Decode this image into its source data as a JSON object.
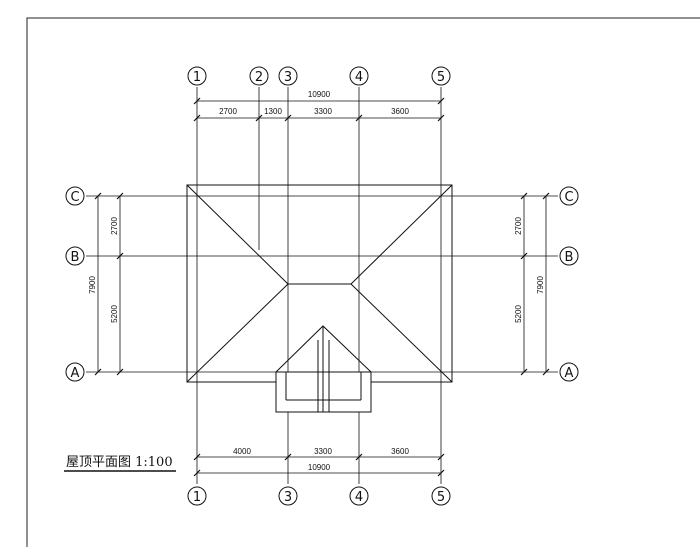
{
  "title": "屋顶平面图 1:100",
  "axes_x": [
    "1",
    "2",
    "3",
    "4",
    "5"
  ],
  "axes_y": [
    "A",
    "B",
    "C"
  ],
  "dims_top": {
    "total": "10900",
    "segments": [
      "2700",
      "1300",
      "3300",
      "3600"
    ]
  },
  "dims_bottom": {
    "segments": [
      "4000",
      "3300",
      "3600"
    ],
    "total": "10900"
  },
  "dims_left": {
    "segments": [
      "2700",
      "5200"
    ],
    "total": "7900"
  },
  "dims_right": {
    "segments": [
      "2700",
      "5200"
    ],
    "total": "7900"
  }
}
